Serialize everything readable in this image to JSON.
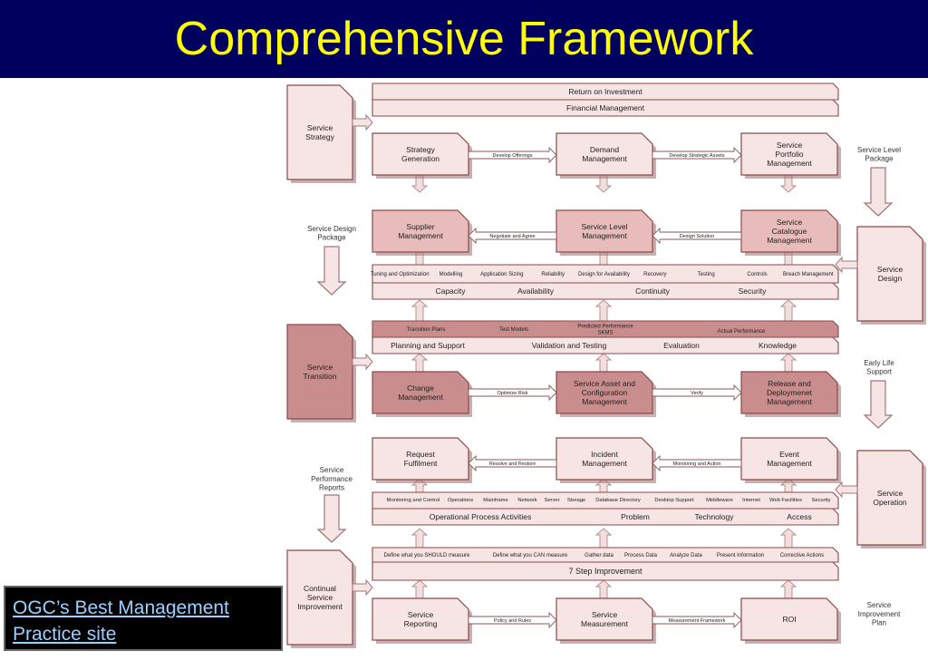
{
  "title": "Comprehensive Framework",
  "link": {
    "label": "OGC’s Best Management Practice site"
  },
  "colors": {
    "title_bg": "#00005e",
    "title_text": "#ffff00",
    "box_light": "#f7e4e4",
    "box_medium": "#e9bcbc",
    "box_dark": "#c98d8d",
    "border": "#8a4a4a",
    "link": "#9ad0ff"
  },
  "diagram": {
    "strategy": {
      "stage": "Service\nStrategy",
      "bars": [
        "Return on Investment",
        "Financial Management"
      ],
      "row": [
        "Strategy\nGeneration",
        "Demand\nManagement",
        "Service\nPortfolio\nManagement"
      ],
      "links": [
        "Develop Offerings",
        "Develop Strategic Assets"
      ]
    },
    "design": {
      "stage": "Service\nDesign",
      "row": [
        "Supplier\nManagement",
        "Service Level\nManagement",
        "Service\nCatalogue\nManagement"
      ],
      "links": [
        "Negotiate and Agree",
        "Design Solution"
      ],
      "top_items": [
        "Tuning and Optimization",
        "Modelling",
        "Application Sizing",
        "Reliability",
        "Design for Availability",
        "Recovery",
        "Testing",
        "Controls",
        "Breach Management"
      ],
      "bottom_items": [
        "Capacity",
        "Availability",
        "Continuity",
        "Security"
      ]
    },
    "transition": {
      "stage": "Service\nTransition",
      "top_items": [
        "Transition Plans",
        "Test Models",
        "Predicted Performance\nSKMS",
        "Actual Performance"
      ],
      "bottom_items": [
        "Planning and Support",
        "Validation and Testing",
        "Evaluation",
        "Knowledge"
      ],
      "row": [
        "Change\nManagement",
        "Service Asset and\nConfiguration\nManagement",
        "Release and\nDeploymenet\nManagement"
      ],
      "links": [
        "Optimize Risk",
        "Verify"
      ]
    },
    "operation": {
      "stage": "Service\nOperation",
      "row": [
        "Request\nFulfilment",
        "Incident\nManagement",
        "Event\nManagement"
      ],
      "links": [
        "Resolve and Restore",
        "Monitoring and Action"
      ],
      "top_items": [
        "Monitoring and Control",
        "Operations",
        "Mainframe",
        "Network",
        "Server",
        "Storage",
        "Database Directory",
        "Desktop Support",
        "Middleware",
        "Internet",
        "Web Facilities",
        "Security"
      ],
      "bottom_items": [
        "Operational Process Activities",
        "Problem",
        "Technology",
        "Access"
      ]
    },
    "improvement": {
      "stage": "Continual\nService\nImprovement",
      "top_items": [
        "Define what you SHOULD measure",
        "Define what you CAN measure",
        "Gather data",
        "Process Data",
        "Analyze Data",
        "Present Information",
        "Corrective Actions"
      ],
      "bar": "7 Step Improvement",
      "row": [
        "Service\nReporting",
        "Service\nMeasurement",
        "ROI"
      ],
      "links": [
        "Policy and Rules",
        "Measurement Framework"
      ]
    },
    "handoffs": {
      "service_level_package": "Service Level\nPackage",
      "service_design_package": "Service Design\nPackage",
      "early_life_support": "Early Life\nSupport",
      "service_performance_reports": "Service\nPerformance\nReports",
      "service_improvement_plan": "Service\nImprovement\nPlan"
    }
  }
}
